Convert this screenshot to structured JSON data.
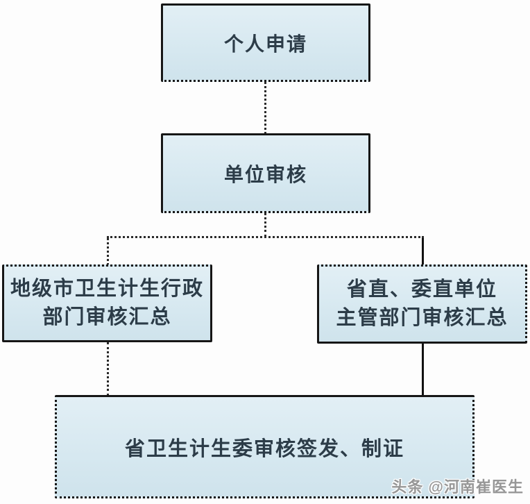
{
  "page": {
    "background_color": "#fdfdfd"
  },
  "flowchart": {
    "style": {
      "node_fill_color": "#d6e8f0",
      "node_border_color": "#161616",
      "node_text_color": "#2c3c48",
      "connector_dotted_color": "#2a2a2a",
      "connector_solid_color": "#111111"
    },
    "nodes": {
      "individual_application": {
        "label": "个人申请"
      },
      "unit_review": {
        "label": "单位审核"
      },
      "city_health_admin_review": {
        "label_line1": "地级市卫生计生行政",
        "label_line2": "部门审核汇总"
      },
      "provincial_unit_review": {
        "label_line1": "省直、委直单位",
        "label_line2": "主管部门审核汇总"
      },
      "final_issuance": {
        "label": "省卫生计生委审核签发、制证"
      }
    },
    "connectors": {
      "apply_to_unit": "dotted",
      "unit_to_branch": "dotted",
      "branch_horizontal": "dotted",
      "branch_to_city_box": "dotted",
      "city_box_to_final": "dotted",
      "branch_to_provincial_box": "solid",
      "provincial_box_to_final": "solid"
    }
  },
  "watermark": {
    "text": "头条 @河南崔医生",
    "color": "#979797"
  }
}
